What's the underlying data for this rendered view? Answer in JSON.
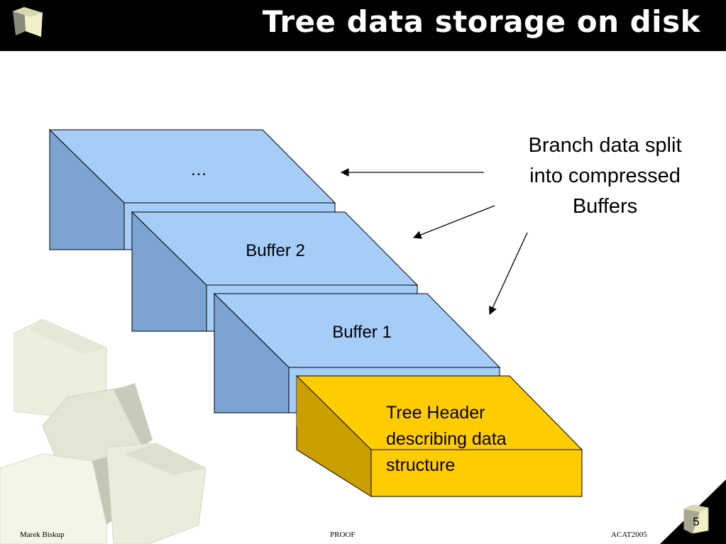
{
  "title": "Tree data storage on disk",
  "buffers": [
    {
      "label": "…"
    },
    {
      "label": "Buffer 2"
    },
    {
      "label": "Buffer 1"
    }
  ],
  "tree_header": {
    "lines": [
      "Tree Header",
      "describing data",
      "structure"
    ]
  },
  "annotation": {
    "lines": [
      "Branch data split",
      "into compressed",
      "Buffers"
    ]
  },
  "footer": {
    "author": "Marek Biskup",
    "center": "PROOF",
    "conference": "ACAT2005",
    "page_number": "5"
  },
  "colors": {
    "buffer_top": "#A6CDF7",
    "buffer_side": "#7BA4D3",
    "header_top": "#FFCC00",
    "header_side": "#CC9F00",
    "title_bar": "#000000"
  }
}
